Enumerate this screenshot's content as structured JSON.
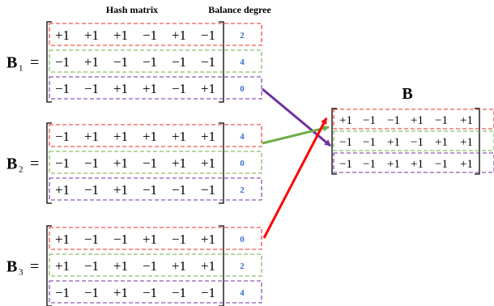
{
  "headers": {
    "hash_matrix": "Hash matrix",
    "balance_degree": "Balance degree"
  },
  "equals": "=",
  "input_matrices": [
    {
      "label": "B",
      "subscript": "1",
      "rows": [
        {
          "values": [
            "+1",
            "+1",
            "+1",
            "−1",
            "+1",
            "−1"
          ],
          "balance": "2",
          "color": "#e8302a"
        },
        {
          "values": [
            "−1",
            "+1",
            "−1",
            "−1",
            "−1",
            "−1"
          ],
          "balance": "4",
          "color": "#70ad47"
        },
        {
          "values": [
            "−1",
            "−1",
            "+1",
            "+1",
            "−1",
            "+1"
          ],
          "balance": "0",
          "color": "#7030a0"
        }
      ]
    },
    {
      "label": "B",
      "subscript": "2",
      "rows": [
        {
          "values": [
            "−1",
            "+1",
            "+1",
            "+1",
            "+1",
            "+1"
          ],
          "balance": "4",
          "color": "#e8302a"
        },
        {
          "values": [
            "−1",
            "−1",
            "+1",
            "−1",
            "+1",
            "+1"
          ],
          "balance": "0",
          "color": "#70ad47"
        },
        {
          "values": [
            "+1",
            "−1",
            "+1",
            "−1",
            "−1",
            "−1"
          ],
          "balance": "2",
          "color": "#7030a0"
        }
      ]
    },
    {
      "label": "B",
      "subscript": "3",
      "rows": [
        {
          "values": [
            "+1",
            "−1",
            "−1",
            "+1",
            "−1",
            "+1"
          ],
          "balance": "0",
          "color": "#e8302a"
        },
        {
          "values": [
            "+1",
            "−1",
            "+1",
            "−1",
            "+1",
            "+1"
          ],
          "balance": "2",
          "color": "#70ad47"
        },
        {
          "values": [
            "−1",
            "−1",
            "+1",
            "−1",
            "−1",
            "−1"
          ],
          "balance": "4",
          "color": "#7030a0"
        }
      ]
    }
  ],
  "output_matrix": {
    "label": "B",
    "rows": [
      {
        "values": [
          "+1",
          "−1",
          "−1",
          "+1",
          "−1",
          "+1"
        ],
        "color": "#e8302a"
      },
      {
        "values": [
          "−1",
          "−1",
          "+1",
          "−1",
          "+1",
          "+1"
        ],
        "color": "#70ad47"
      },
      {
        "values": [
          "−1",
          "−1",
          "+1",
          "+1",
          "−1",
          "+1"
        ],
        "color": "#7030a0"
      }
    ]
  },
  "arrows": [
    {
      "from_matrix": "B1",
      "from_row": 3,
      "to_row": 3,
      "color": "#7030a0"
    },
    {
      "from_matrix": "B2",
      "from_row": 2,
      "to_row": 2,
      "color": "#70ad47"
    },
    {
      "from_matrix": "B3",
      "from_row": 1,
      "to_row": 1,
      "color": "#ff0000"
    }
  ]
}
